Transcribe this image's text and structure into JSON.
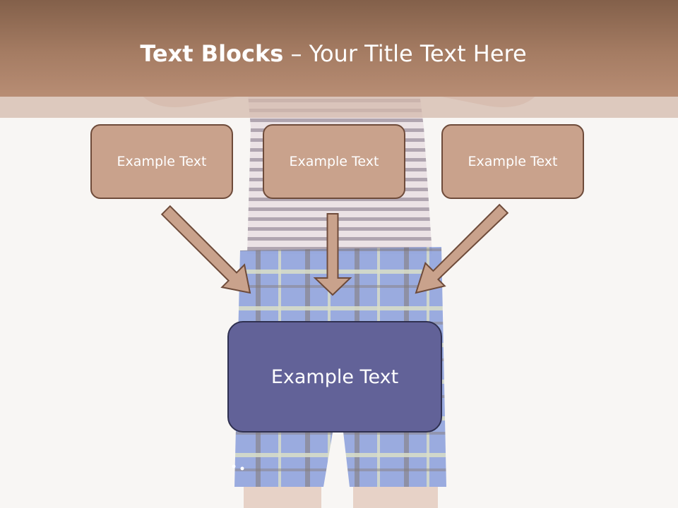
{
  "title": {
    "bold": "Text Blocks",
    "dash": " – ",
    "rest": "Your Title Text Here"
  },
  "boxes": {
    "left": "Example Text",
    "middle": "Example Text",
    "right": "Example Text",
    "main": "Example Text"
  },
  "colors": {
    "header": "#a57c63",
    "box_fill": "#c9a28c",
    "box_border": "#6e4b3a",
    "main_fill": "#626298",
    "main_border": "#2f3050",
    "arrow_fill": "#c9a28c"
  }
}
